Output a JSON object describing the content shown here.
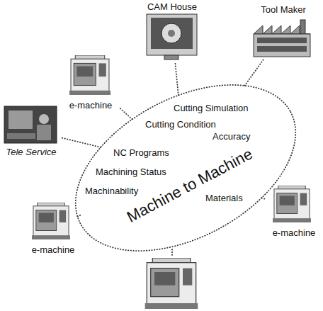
{
  "diagram": {
    "nodes": [
      {
        "text": [
          "CAM House"
        ]
      },
      {
        "text": [
          "Tool Maker"
        ]
      },
      {
        "text": [
          "e-machine"
        ]
      },
      {
        "text": [
          "Machine to Machine",
          "Cutting Simulation",
          "Cutting Condition",
          "Accuracy",
          "NC Programs",
          "Materials",
          "Machining Status",
          "Machinability"
        ]
      },
      {
        "text": [
          "Tele Service"
        ]
      },
      {
        "text": [
          "e-machine"
        ]
      },
      {
        "text": [
          "e-machine"
        ]
      }
    ],
    "edges": [
      {
        "from": 3,
        "to": 0,
        "arrow": "none"
      },
      {
        "from": 3,
        "to": 1,
        "arrow": "none"
      },
      {
        "from": 3,
        "to": 2,
        "arrow": "none"
      },
      {
        "from": 3,
        "to": 4,
        "arrow": "none"
      },
      {
        "from": 3,
        "to": 5,
        "arrow": "none"
      },
      {
        "from": 3,
        "to": 6,
        "arrow": "none"
      }
    ]
  }
}
